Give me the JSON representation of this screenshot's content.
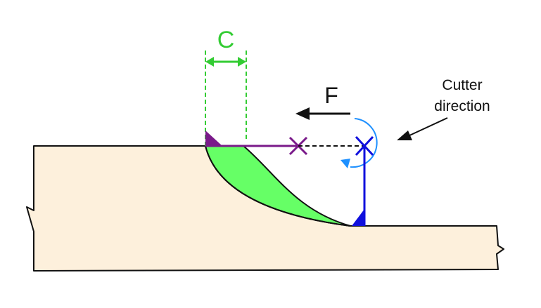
{
  "labels": {
    "chip_width": "C",
    "feed": "F",
    "cutter_direction_line1": "Cutter",
    "cutter_direction_line2": "direction"
  },
  "colors": {
    "workpiece_fill": "#fdf0dc",
    "outline": "#111111",
    "chip_green": "#33cc33",
    "chip_fill": "#66ff66",
    "purple": "#7a1a8a",
    "blue": "#1010dd",
    "light_blue": "#1e90ff"
  }
}
